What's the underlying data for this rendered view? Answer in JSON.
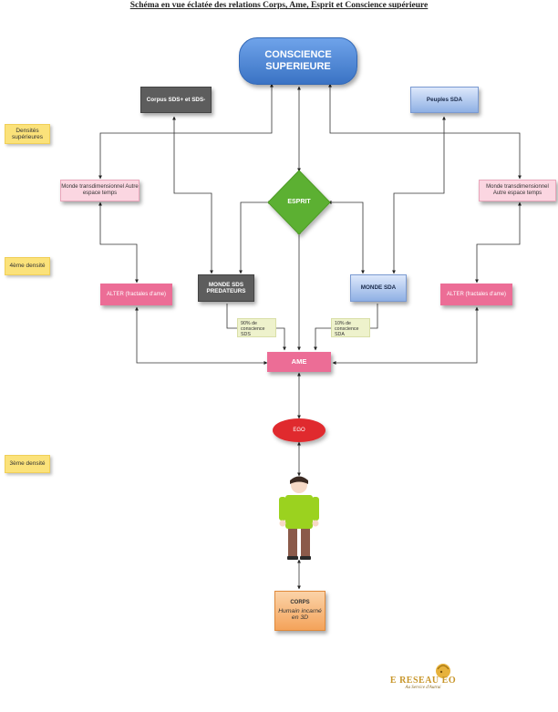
{
  "title": "Schéma en vue éclatée des relations Corps, Ame, Esprit et Conscience supérieure",
  "nodes": {
    "conscience": "CONSCIENCE SUPERIEURE",
    "corpus_sds": "Corpus SDS+ et SDS-",
    "peuples_sda": "Peuples SDA",
    "monde_trans_left": "Monde transdimensionnel Autre espace temps",
    "monde_trans_right": "Monde transdimensionnel Autre espace temps",
    "esprit": "ESPRIT",
    "monde_sds": "MONDE SDS PREDATEURS",
    "monde_sda": "MONDE SDA",
    "alter_left": "ALTER (fractales d'ame)",
    "alter_right": "ALTER (fractales d'ame)",
    "ame": "AME",
    "ego": "EGO",
    "corps_title": "CORPS",
    "corps_sub": "Humain incarné en 3D"
  },
  "notes": {
    "densites": "Densités supérieures",
    "quatrieme": "4ème densité",
    "troisieme": "3ème densité"
  },
  "percent_left": [
    "90% de",
    "conscience",
    "SDS"
  ],
  "percent_right": [
    "10% de",
    "conscience",
    "SDA"
  ],
  "logo": {
    "brand": "E RESEAU EO",
    "tagline": "Au Service d'Autrui"
  },
  "colors": {
    "conscience": "#4a86d6",
    "esprit": "#5cb030",
    "dark_box": "#5d5d5d",
    "sda_box": "#b7ccef",
    "pink_light": "#fbd6e1",
    "pink": "#ec6d96",
    "ego": "#e0292d",
    "corps": "#f7b97a",
    "note": "#fbe27a",
    "person_shirt": "#9bd21f",
    "person_pants": "#8b5a4a"
  }
}
